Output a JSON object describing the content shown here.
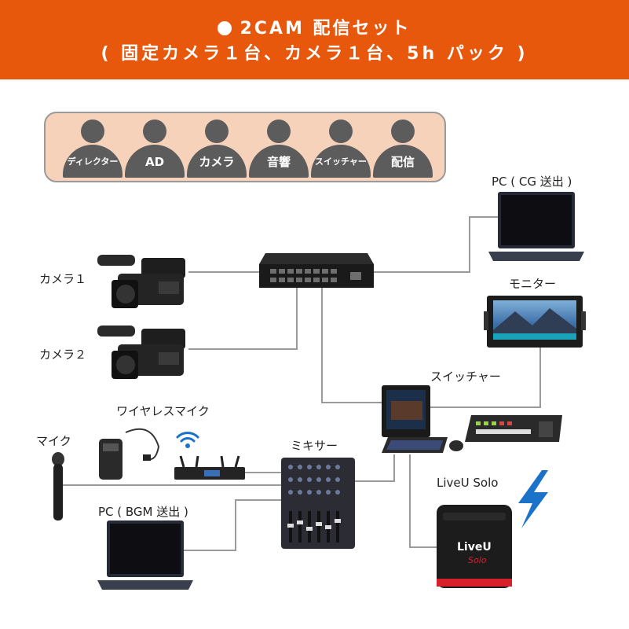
{
  "header": {
    "line1": "2CAM 配信セット",
    "line2": "( 固定カメラ１台、カメラ１台、5h パック )"
  },
  "staff": [
    "ディレクター",
    "AD",
    "カメラ",
    "音響",
    "スイッチャー",
    "配信"
  ],
  "labels": {
    "camera1": "カメラ１",
    "camera2": "カメラ２",
    "wireless_mic": "ワイヤレスマイク",
    "mic": "マイク",
    "mixer": "ミキサー",
    "pc_bgm": "PC ( BGM 送出 )",
    "pc_cg": "PC ( CG 送出 )",
    "monitor": "モニター",
    "switcher": "スイッチャー",
    "liveu": "LiveU Solo"
  },
  "device_text": {
    "liveu_logo": "LiveU",
    "liveu_sub": "Solo"
  },
  "colors": {
    "header_bg": "#e8580c",
    "staff_bg": "#f6d2bb",
    "wire": "#9a9a9a",
    "lightning": "#1a73c8",
    "wifi": "#1a73c8",
    "liveu_red": "#d8202a"
  },
  "icons": [
    "person-icon",
    "wifi-icon",
    "lightning-icon"
  ]
}
